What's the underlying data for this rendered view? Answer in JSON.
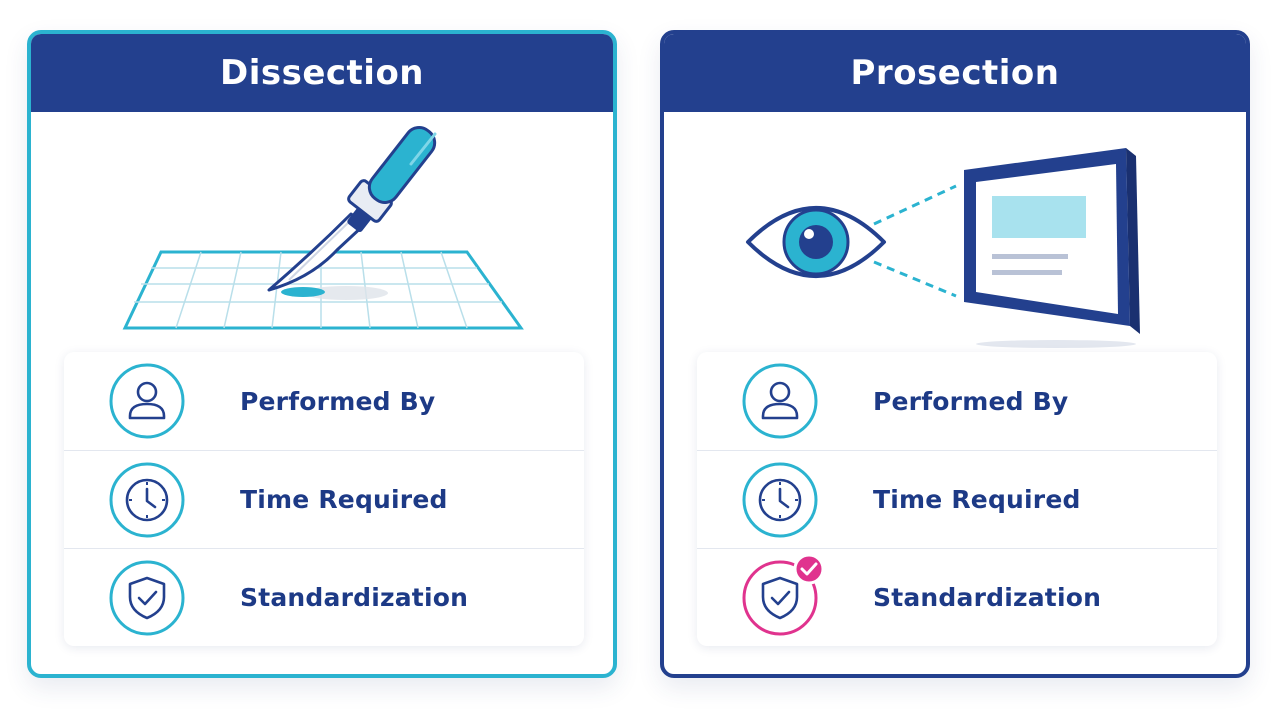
{
  "cards": [
    {
      "title": "Dissection",
      "rows": [
        {
          "label": "Performed By",
          "icon": "person-icon"
        },
        {
          "label": "Time Required",
          "icon": "clock-icon"
        },
        {
          "label": "Standardization",
          "icon": "shield-check-icon"
        }
      ]
    },
    {
      "title": "Prosection",
      "rows": [
        {
          "label": "Performed By",
          "icon": "person-icon"
        },
        {
          "label": "Time Required",
          "icon": "clock-icon"
        },
        {
          "label": "Standardization",
          "icon": "shield-check-icon",
          "badge": "check-badge-icon"
        }
      ]
    }
  ],
  "colors": {
    "navy": "#23408e",
    "teal": "#2bb3d0",
    "magenta": "#e0338e",
    "label": "#1d3a86"
  }
}
